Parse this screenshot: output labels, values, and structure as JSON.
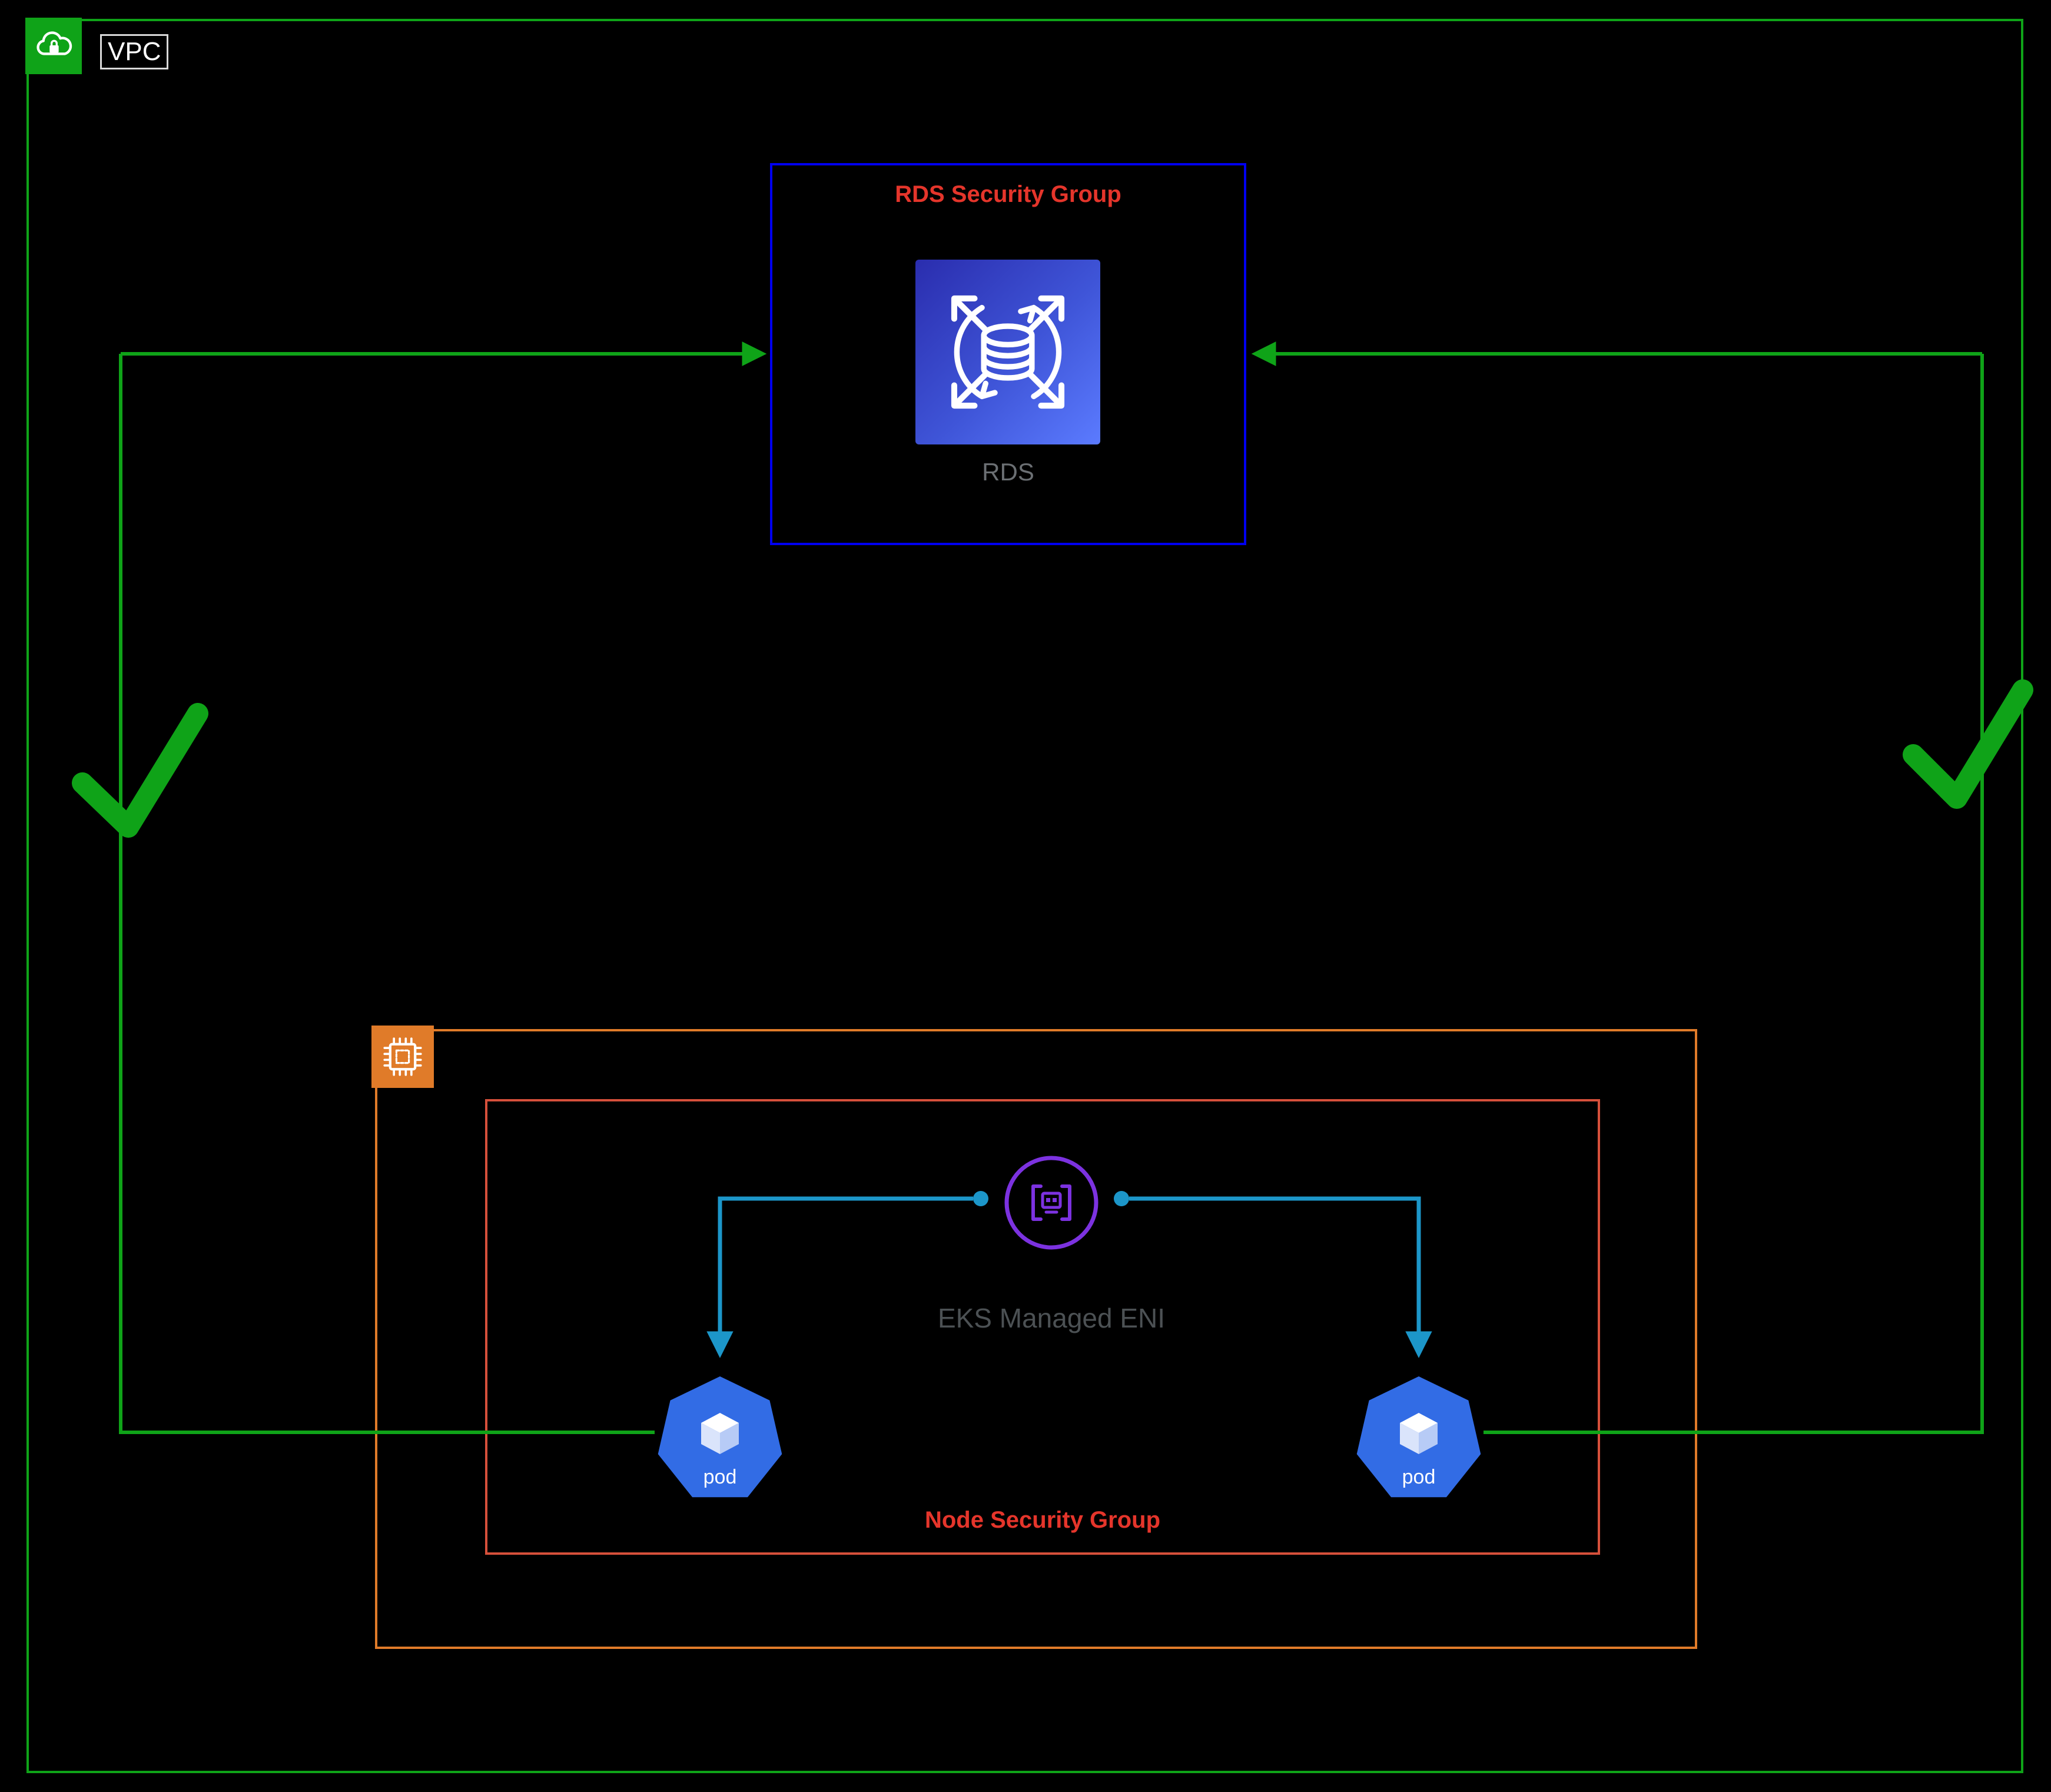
{
  "diagram": {
    "vpc": {
      "label": "VPC"
    },
    "rds_group": {
      "title": "RDS Security Group",
      "service_label": "RDS"
    },
    "node_group": {
      "title": "Node Security Group"
    },
    "eni": {
      "label": "EKS Managed ENI"
    },
    "pods": [
      {
        "label": "pod"
      },
      {
        "label": "pod"
      }
    ]
  },
  "colors": {
    "background": "#000000",
    "vpc_border": "#0fa318",
    "allow_green": "#0fa318",
    "rds_group_border": "#0000f0",
    "security_label_red": "#e5352b",
    "ec2_border": "#e07b29",
    "node_group_border": "#d6503b",
    "eni_purple": "#7c32e0",
    "pod_blue": "#326ce5",
    "teal_line": "#1c96c9",
    "rds_label_gray": "#6b6f73",
    "eni_label_gray": "#4c5154"
  }
}
